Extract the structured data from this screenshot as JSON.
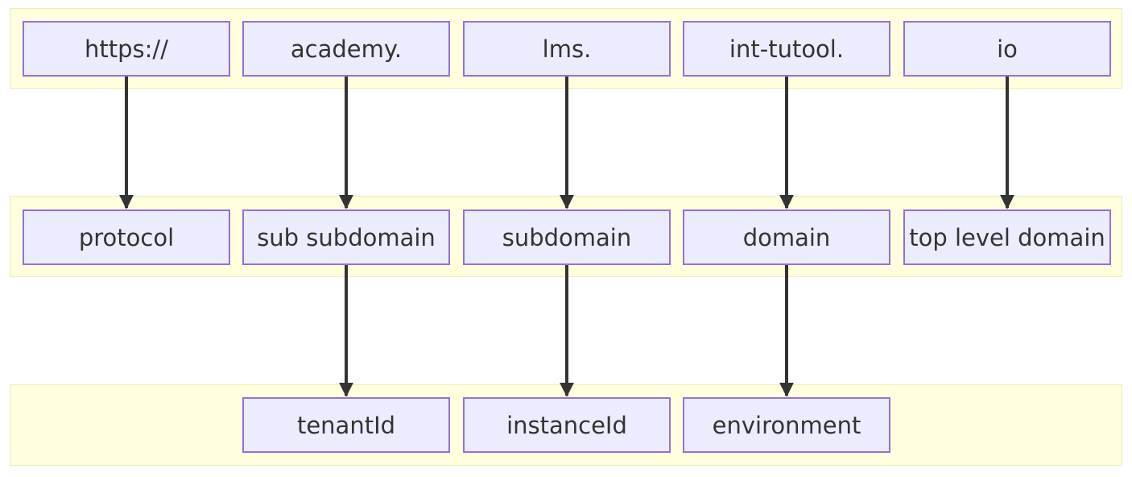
{
  "diagram": {
    "rows": [
      {
        "id": "url",
        "nodes": [
          {
            "id": "n_https",
            "label": "https://"
          },
          {
            "id": "n_academy",
            "label": "academy."
          },
          {
            "id": "n_lms",
            "label": "lms."
          },
          {
            "id": "n_inttutool",
            "label": "int-tutool."
          },
          {
            "id": "n_io",
            "label": "io"
          }
        ]
      },
      {
        "id": "parts",
        "nodes": [
          {
            "id": "n_protocol",
            "label": "protocol"
          },
          {
            "id": "n_subsubdomain",
            "label": "sub subdomain"
          },
          {
            "id": "n_subdomain",
            "label": "subdomain"
          },
          {
            "id": "n_domain",
            "label": "domain"
          },
          {
            "id": "n_tld",
            "label": "top level domain"
          }
        ]
      },
      {
        "id": "meaning",
        "nodes": [
          {
            "id": "n_tenant",
            "label": "tenantId"
          },
          {
            "id": "n_instance",
            "label": "instanceId"
          },
          {
            "id": "n_env",
            "label": "environment"
          }
        ]
      }
    ],
    "edges": [
      {
        "from": "n_https",
        "to": "n_protocol"
      },
      {
        "from": "n_academy",
        "to": "n_subsubdomain"
      },
      {
        "from": "n_lms",
        "to": "n_subdomain"
      },
      {
        "from": "n_inttutool",
        "to": "n_domain"
      },
      {
        "from": "n_io",
        "to": "n_tld"
      },
      {
        "from": "n_subsubdomain",
        "to": "n_tenant"
      },
      {
        "from": "n_subdomain",
        "to": "n_instance"
      },
      {
        "from": "n_domain",
        "to": "n_env"
      }
    ],
    "colors": {
      "group_fill": "#ffffde",
      "group_border": "#ececb8",
      "node_fill": "#ececff",
      "node_border": "#9370db",
      "text": "#333333",
      "edge": "#333333"
    }
  }
}
